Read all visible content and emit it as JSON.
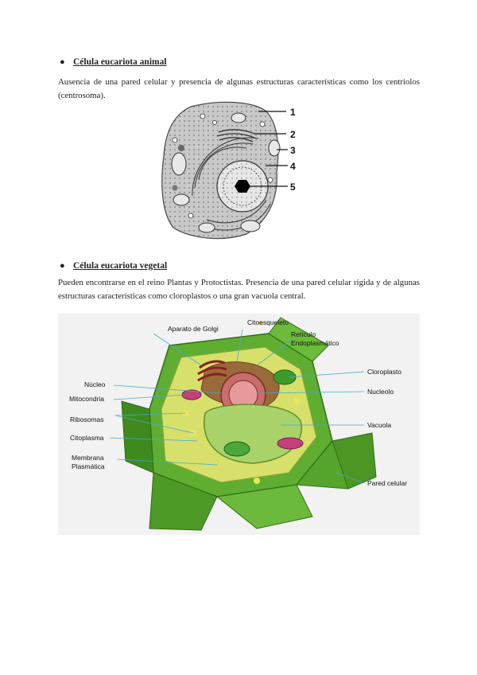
{
  "section1": {
    "bullet": "●",
    "heading": "Célula eucariota animal",
    "text": "Ausencia de una pared celular y presencia de algunas estructuras características como los centriolos (centrosoma).",
    "figure_labels": [
      "1",
      "2",
      "3",
      "4",
      "5"
    ]
  },
  "section2": {
    "bullet": "●",
    "heading": "Célula eucariota vegetal",
    "text": "Pueden encontrarse en el reino Plantas y Protoctistas. Presencia de una pared celular rígida y de algunas estructuras características como cloroplastos o una gran vacuola central.",
    "figure_labels": {
      "golgi": "Aparato de Golgi",
      "cytoskeleton": "Citoesqueleto",
      "er_line1": "Retículo",
      "er_line2": "Endoplasmático",
      "nucleus": "Núcleo",
      "mitochondria": "Mitocondria",
      "ribosomes": "Ribosomas",
      "cytoplasm": "Citoplasma",
      "membrane_line1": "Membrana",
      "membrane_line2": "Plasmática",
      "chloroplast": "Cloroplasto",
      "nucleolus": "Nucleolo",
      "vacuole": "Vacuola",
      "cell_wall": "Pared celular"
    }
  }
}
